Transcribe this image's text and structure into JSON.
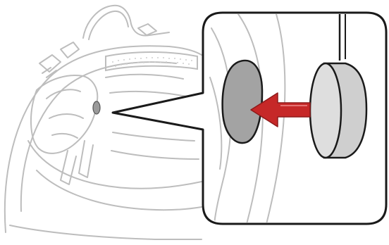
{
  "colors": {
    "background": "#ffffff",
    "helmet_line": "#bdbdbd",
    "helmet_line_dark": "#9a9a9a",
    "callout_border": "#1a1a1a",
    "speaker_pocket": "#a3a3a3",
    "speaker_face": "#dedede",
    "speaker_side": "#cfcfcf",
    "arrow": "#c62828",
    "arrow_highlight": "#e57373"
  },
  "icons": {
    "helmet": "helmet-inner-illustration",
    "speaker": "speaker-puck-icon",
    "arrow": "insert-direction-arrow",
    "pocket": "speaker-pocket-recess"
  }
}
